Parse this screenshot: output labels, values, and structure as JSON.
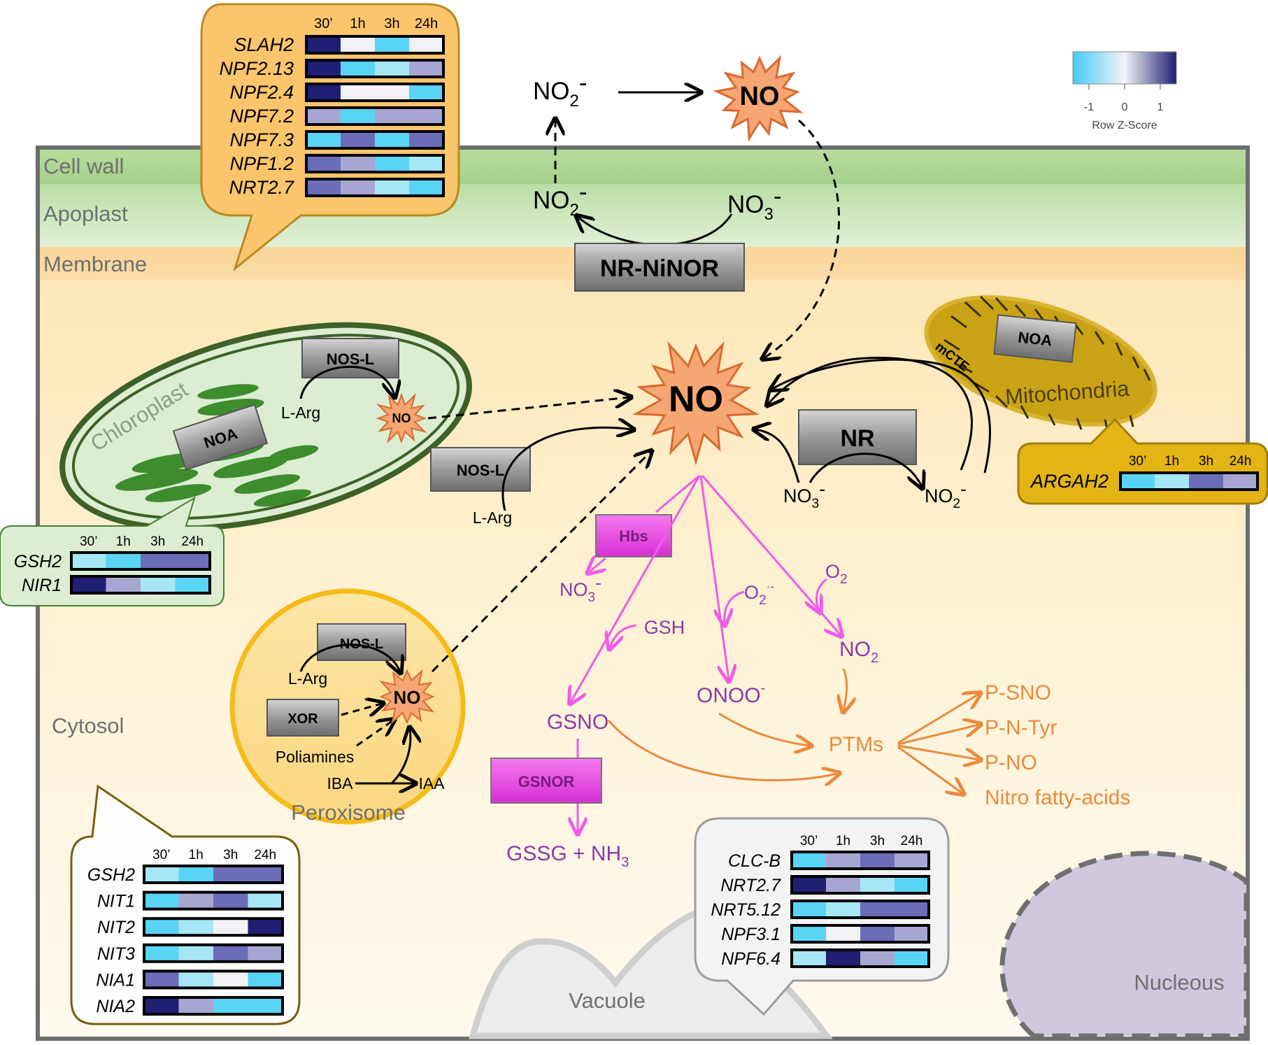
{
  "regions": {
    "cell_wall": "Cell wall",
    "apoplast": "Apoplast",
    "membrane": "Membrane",
    "cytosol": "Cytosol",
    "chloroplast": "Chloroplast",
    "peroxisome": "Peroxisome",
    "mitochondria": "Mitochondria",
    "vacuole": "Vacuole",
    "nucleous": "Nucleous"
  },
  "legend": {
    "title": "Row Z-Score",
    "ticks": [
      "-1",
      "0",
      "1"
    ]
  },
  "enzymes": {
    "nr_ninor": "NR-NiNOR",
    "nos_l": "NOS-L",
    "noa": "NOA",
    "nr": "NR",
    "xor": "XOR",
    "hbs": "Hbs",
    "gsnor": "GSNOR",
    "mcte": "mCTE"
  },
  "molecules": {
    "no": "NO",
    "no2_minus": "NO",
    "no2_sub": "2",
    "no3_sub": "3",
    "minus": "-",
    "l_arg": "L-Arg",
    "poliamines": "Poliamines",
    "iba": "IBA",
    "iaa": "IAA",
    "gsh": "GSH",
    "gsno": "GSNO",
    "gssg": "GSSG + NH",
    "gssg_sub": "3",
    "onoo": "ONOO",
    "o2": "O",
    "o2_sub": "2",
    "superoxide_sup": "·-",
    "ptms": "PTMs"
  },
  "ptm_products": [
    "P-SNO",
    "P-N-Tyr",
    "P-NO",
    "Nitro fatty-acids"
  ],
  "colors": {
    "c_m1": "#5ad4f5",
    "c_m05": "#a7e6f5",
    "c_0": "#f1f1f6",
    "c_05": "#a7a6d3",
    "c_1": "#6b6db8",
    "c_2": "#1f1f74"
  },
  "heatmaps": {
    "membrane": {
      "columns": [
        "30’",
        "1h",
        "3h",
        "24h"
      ],
      "rows": [
        {
          "gene": "SLAH2",
          "cells": [
            "c_2",
            "c_0",
            "c_m1",
            "c_0"
          ]
        },
        {
          "gene": "NPF2.13",
          "cells": [
            "c_2",
            "c_m1",
            "c_m05",
            "c_05"
          ]
        },
        {
          "gene": "NPF2.4",
          "cells": [
            "c_2",
            "c_0",
            "c_0",
            "c_m1"
          ]
        },
        {
          "gene": "NPF7.2",
          "cells": [
            "c_05",
            "c_m1",
            "c_05",
            "c_05"
          ]
        },
        {
          "gene": "NPF7.3",
          "cells": [
            "c_m1",
            "c_1",
            "c_m1",
            "c_1"
          ]
        },
        {
          "gene": "NPF1.2",
          "cells": [
            "c_1",
            "c_05",
            "c_m1",
            "c_m05"
          ]
        },
        {
          "gene": "NRT2.7",
          "cells": [
            "c_1",
            "c_05",
            "c_m05",
            "c_m1"
          ]
        }
      ]
    },
    "chloroplast": {
      "columns": [
        "30’",
        "1h",
        "3h",
        "24h"
      ],
      "rows": [
        {
          "gene": "GSH2",
          "cells": [
            "c_m05",
            "c_m1",
            "c_1",
            "c_1"
          ]
        },
        {
          "gene": "NIR1",
          "cells": [
            "c_2",
            "c_05",
            "c_m05",
            "c_m1"
          ]
        }
      ]
    },
    "mitochondria": {
      "columns": [
        "30’",
        "1h",
        "3h",
        "24h"
      ],
      "rows": [
        {
          "gene": "ARGAH2",
          "cells": [
            "c_m1",
            "c_m05",
            "c_1",
            "c_05"
          ]
        }
      ]
    },
    "cytosol": {
      "columns": [
        "30’",
        "1h",
        "3h",
        "24h"
      ],
      "rows": [
        {
          "gene": "GSH2",
          "cells": [
            "c_m05",
            "c_m1",
            "c_1",
            "c_1"
          ]
        },
        {
          "gene": "NIT1",
          "cells": [
            "c_m1",
            "c_05",
            "c_1",
            "c_m05"
          ]
        },
        {
          "gene": "NIT2",
          "cells": [
            "c_m1",
            "c_m05",
            "c_0",
            "c_2"
          ]
        },
        {
          "gene": "NIT3",
          "cells": [
            "c_m1",
            "c_m05",
            "c_1",
            "c_05"
          ]
        },
        {
          "gene": "NIA1",
          "cells": [
            "c_1",
            "c_m05",
            "c_0",
            "c_m1"
          ]
        },
        {
          "gene": "NIA2",
          "cells": [
            "c_2",
            "c_05",
            "c_m1",
            "c_m1"
          ]
        }
      ]
    },
    "vacuole": {
      "columns": [
        "30’",
        "1h",
        "3h",
        "24h"
      ],
      "rows": [
        {
          "gene": "CLC-B",
          "cells": [
            "c_m1",
            "c_05",
            "c_1",
            "c_05"
          ]
        },
        {
          "gene": "NRT2.7",
          "cells": [
            "c_2",
            "c_05",
            "c_m05",
            "c_m1"
          ]
        },
        {
          "gene": "NRT5.12",
          "cells": [
            "c_m1",
            "c_m05",
            "c_1",
            "c_1"
          ]
        },
        {
          "gene": "NPF3.1",
          "cells": [
            "c_m1",
            "c_0",
            "c_1",
            "c_05"
          ]
        },
        {
          "gene": "NPF6.4",
          "cells": [
            "c_m05",
            "c_2",
            "c_05",
            "c_m1"
          ]
        }
      ]
    }
  }
}
